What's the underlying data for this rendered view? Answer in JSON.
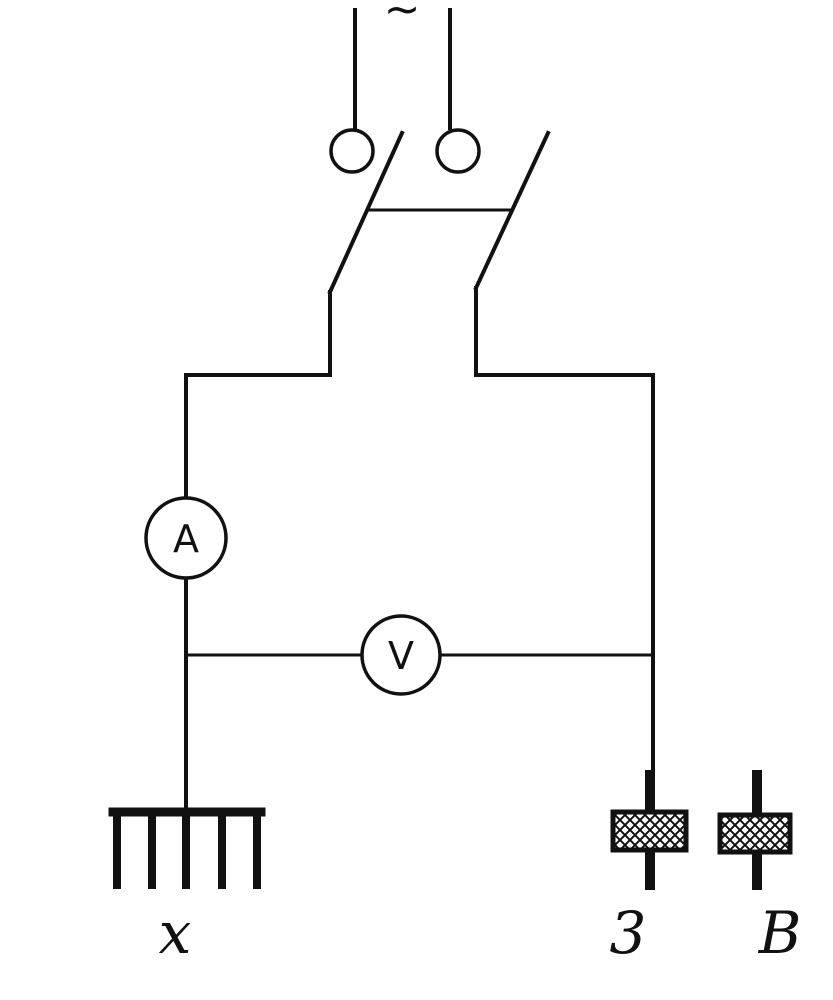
{
  "source": {
    "symbol": "~"
  },
  "meters": {
    "ammeter": "A",
    "voltmeter": "V"
  },
  "labels": {
    "ground_x": "x",
    "electrode_3": "3",
    "electrode_b": "B"
  }
}
